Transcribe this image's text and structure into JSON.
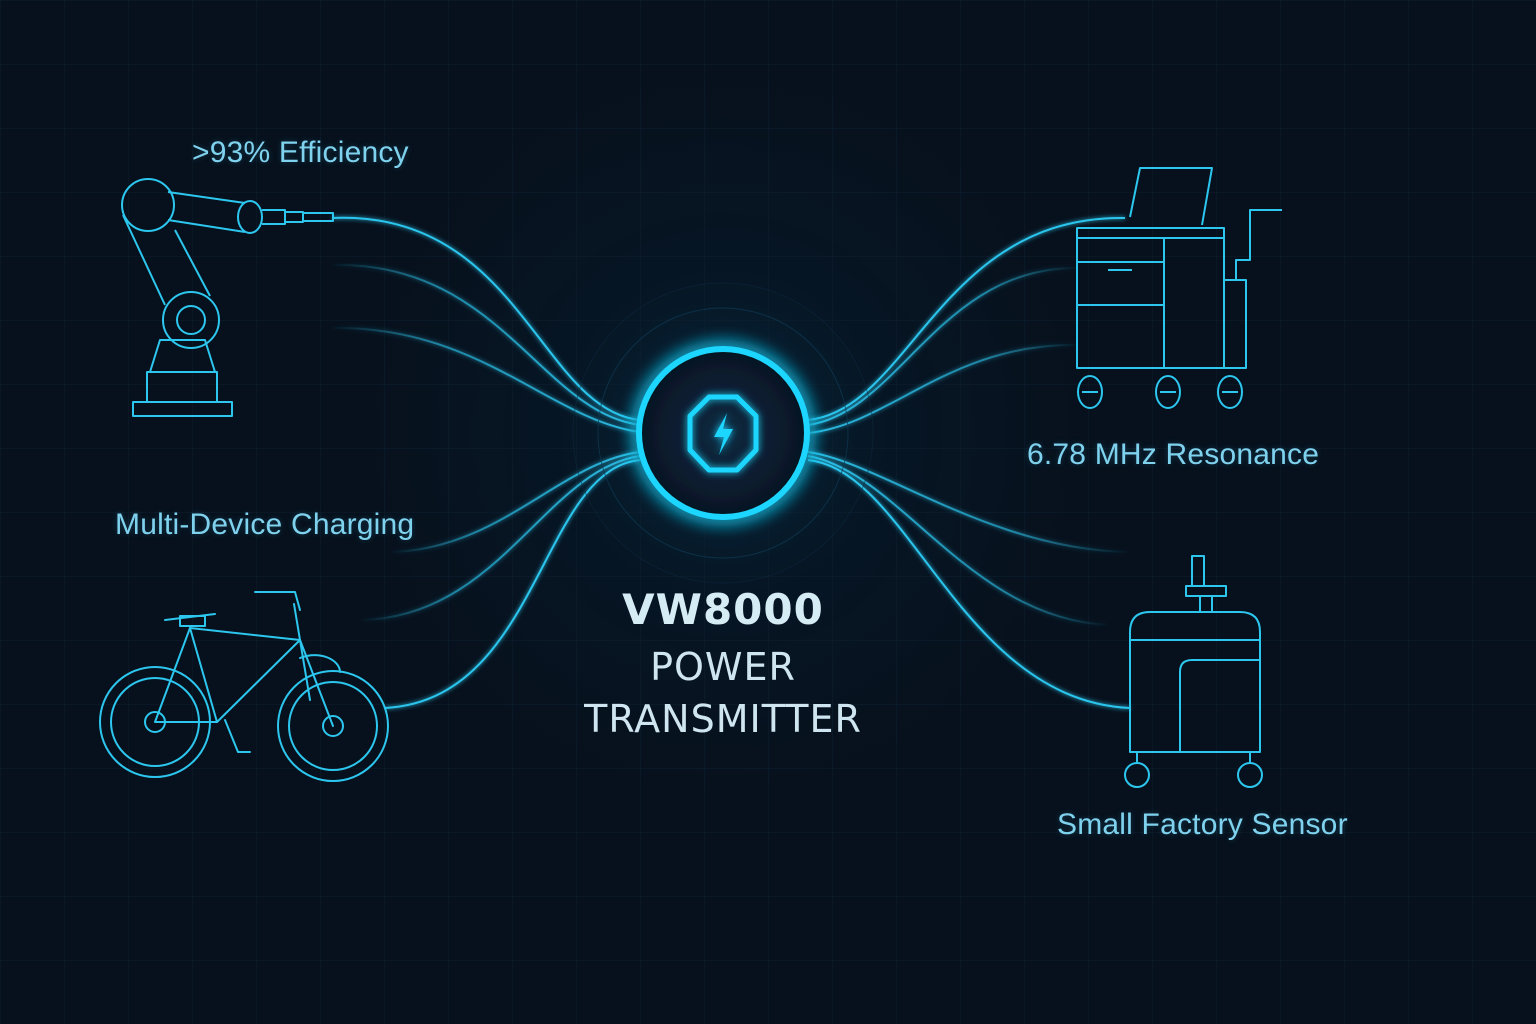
{
  "colors": {
    "background": "#07111d",
    "line": "#2cc6ee",
    "line_dim": "#1b6f8e",
    "hub_glow": "#18d4ff",
    "label": "#7fd2ee",
    "title": "#d6ecf5"
  },
  "hub": {
    "icon": "lightning-bolt-icon",
    "name": "VW8000",
    "subtitle_line1": "POWER",
    "subtitle_line2": "TRANSMITTER"
  },
  "features": {
    "efficiency": ">93% Efficiency",
    "multi_device": "Multi-Device Charging",
    "resonance": "6.78 MHz Resonance",
    "sensor": "Small Factory Sensor"
  },
  "devices": [
    {
      "id": "robot-arm",
      "icon": "robot-arm-icon"
    },
    {
      "id": "e-bike",
      "icon": "bicycle-icon"
    },
    {
      "id": "medical-cart",
      "icon": "cart-icon"
    },
    {
      "id": "factory-sensor",
      "icon": "sensor-cart-icon"
    }
  ]
}
